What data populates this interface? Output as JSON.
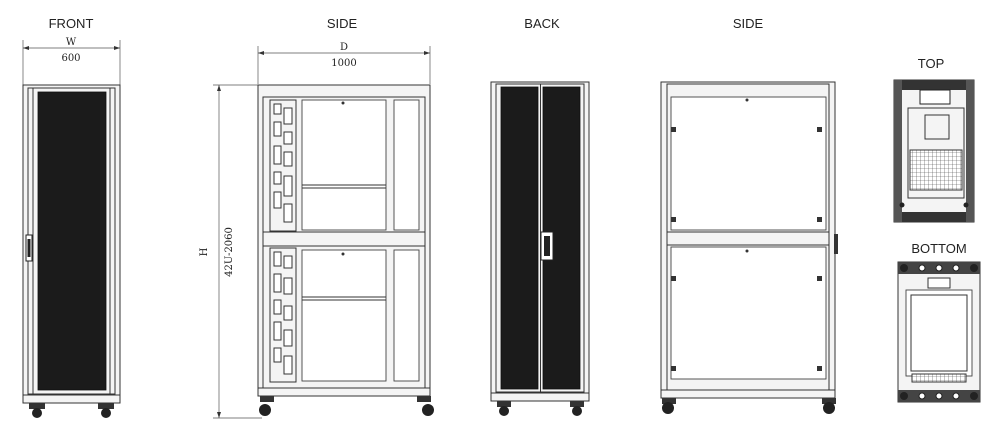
{
  "views": {
    "front": {
      "label": "FRONT",
      "dim_symbol": "W",
      "dim_value": "600"
    },
    "side_open": {
      "label": "SIDE",
      "depth_symbol": "D",
      "depth_value": "1000",
      "height_symbol": "H",
      "height_value": "42U-2060"
    },
    "back": {
      "label": "BACK"
    },
    "side_closed": {
      "label": "SIDE"
    },
    "top": {
      "label": "TOP"
    },
    "bottom": {
      "label": "BOTTOM"
    }
  }
}
